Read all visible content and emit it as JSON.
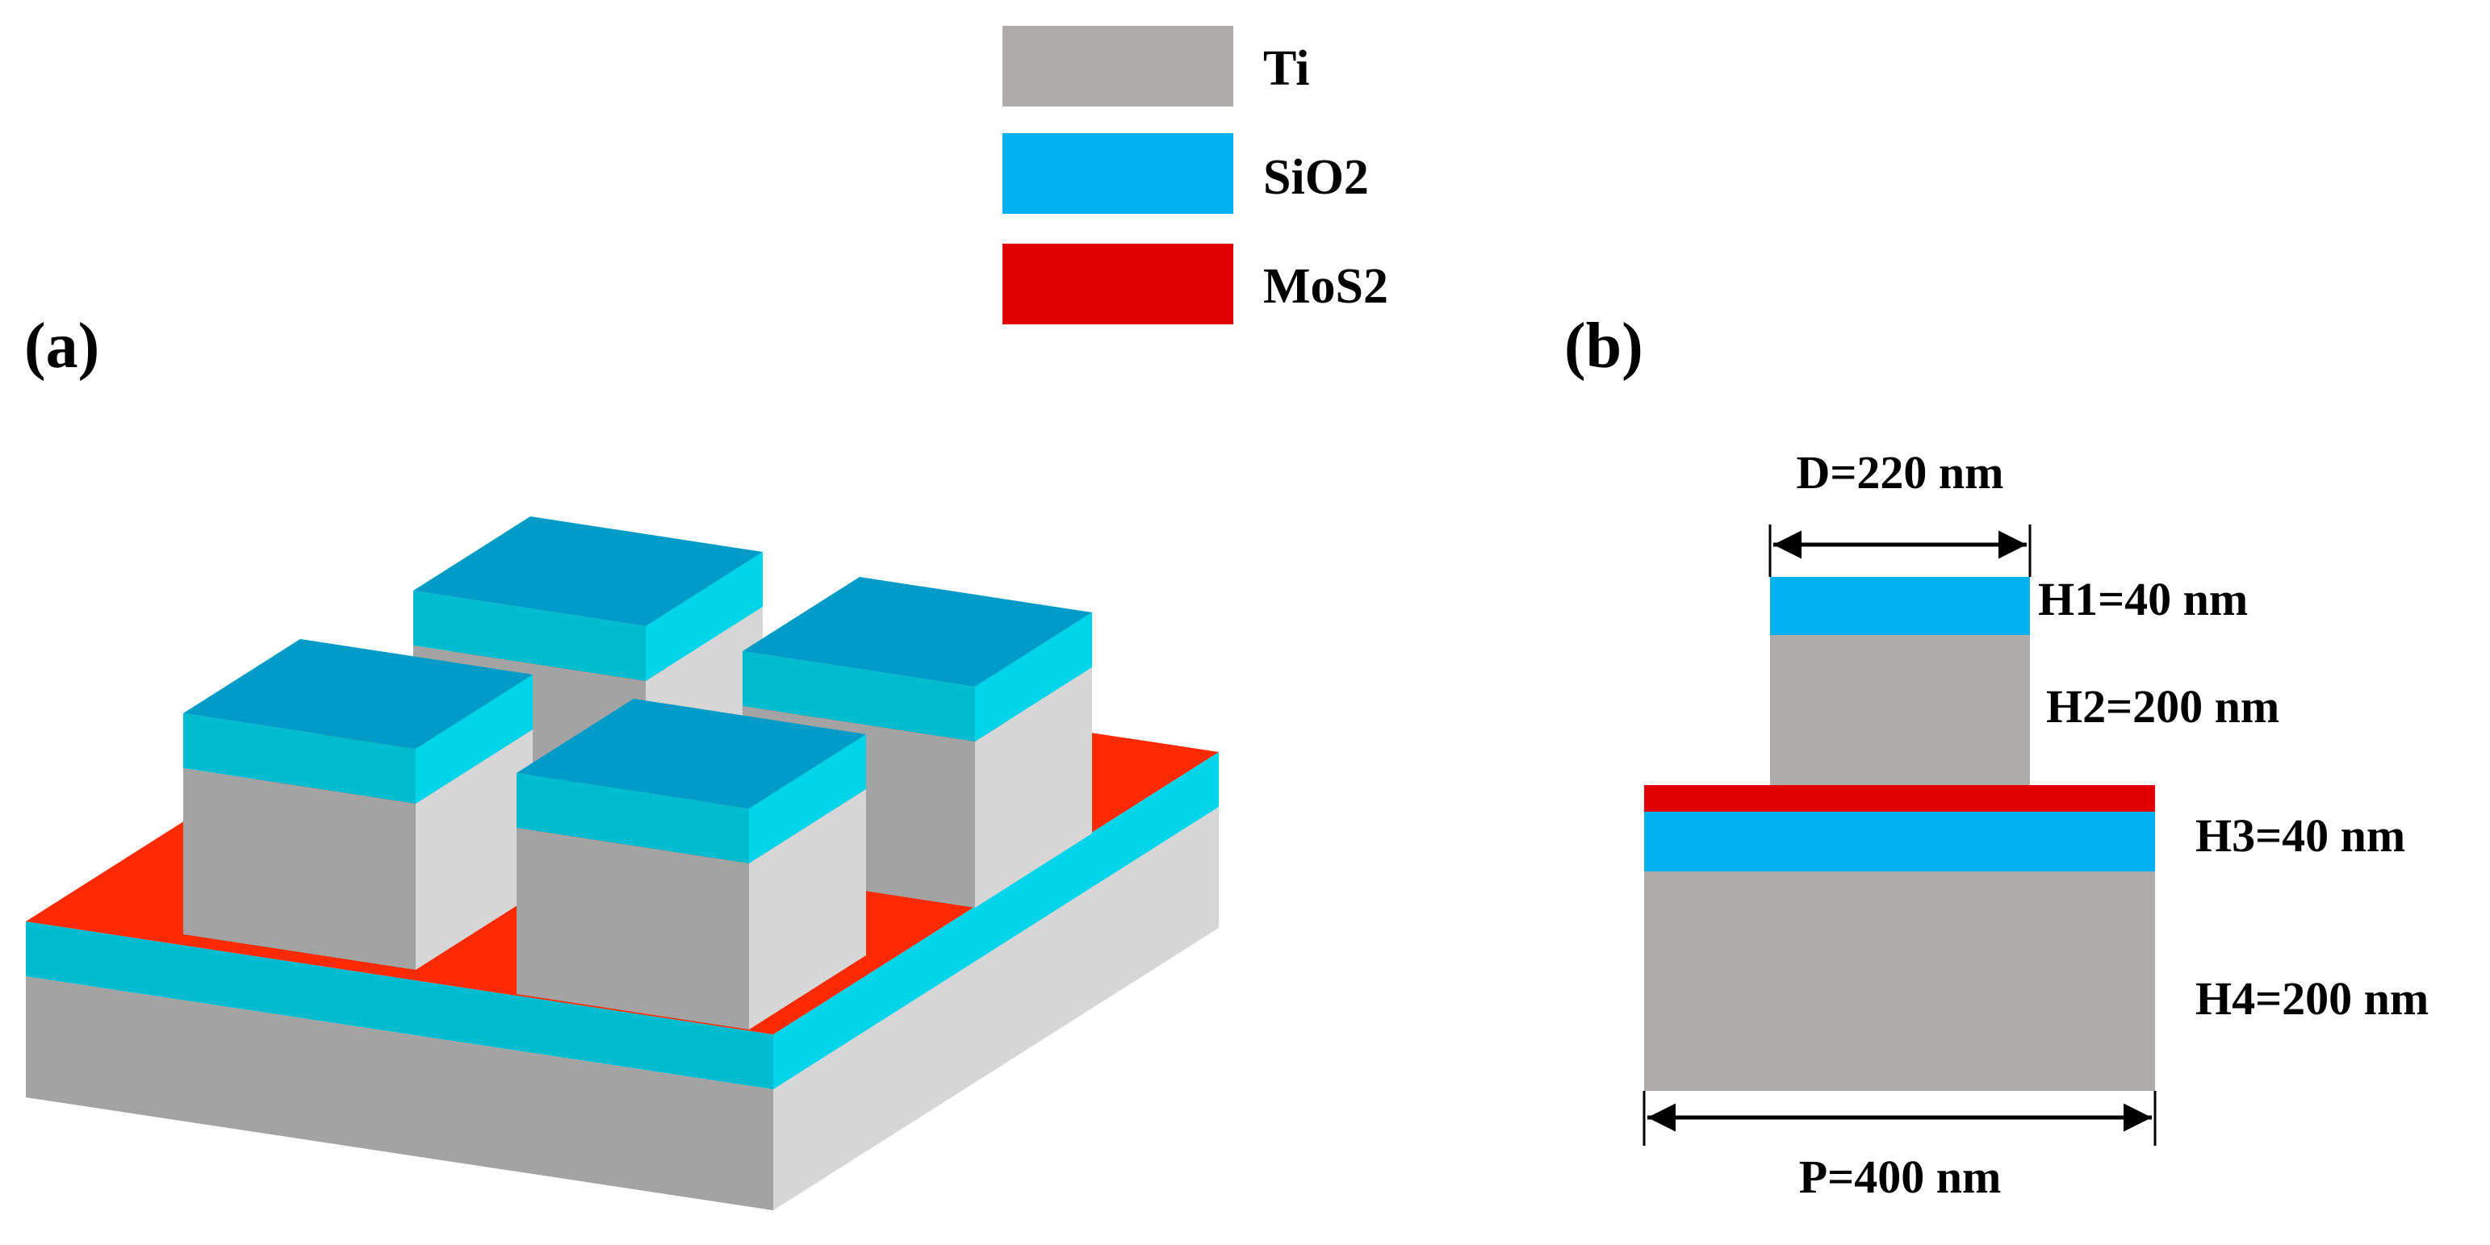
{
  "legend": {
    "items": [
      {
        "label": "Ti",
        "color": "#b0abab"
      },
      {
        "label": "SiO2",
        "color": "#00b0f0"
      },
      {
        "label": "MoS2",
        "color": "#e00000"
      }
    ]
  },
  "panel_a": {
    "label": "(a)"
  },
  "panel_b": {
    "label": "(b)",
    "dimensions": {
      "d": "D=220 nm",
      "h1": "H1=40 nm",
      "h2": "H2=200 nm",
      "h3": "H3=40 nm",
      "h4": "H4=200 nm",
      "p": "P=400 nm"
    }
  },
  "colors": {
    "ti": "#b0abab",
    "ti_front": "#a3a3a3",
    "ti_side": "#d6d6d6",
    "sio2_cross_section": "#00b0f0",
    "sio2_top": "#009cc7",
    "sio2_front": "#00bcd0",
    "sio2_side": "#00d4ea",
    "mos2_cross_section": "#e00000",
    "mos2_top": "#ff2a00"
  }
}
